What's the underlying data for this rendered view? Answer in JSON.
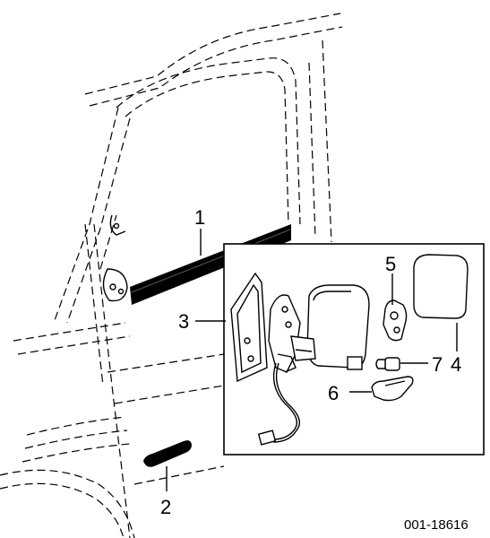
{
  "diagram": {
    "callouts": [
      {
        "id": "1",
        "label": "1"
      },
      {
        "id": "2",
        "label": "2"
      },
      {
        "id": "3",
        "label": "3"
      },
      {
        "id": "4",
        "label": "4"
      },
      {
        "id": "5",
        "label": "5"
      },
      {
        "id": "6",
        "label": "6"
      },
      {
        "id": "7",
        "label": "7"
      }
    ],
    "reference_number": "001-18616"
  }
}
